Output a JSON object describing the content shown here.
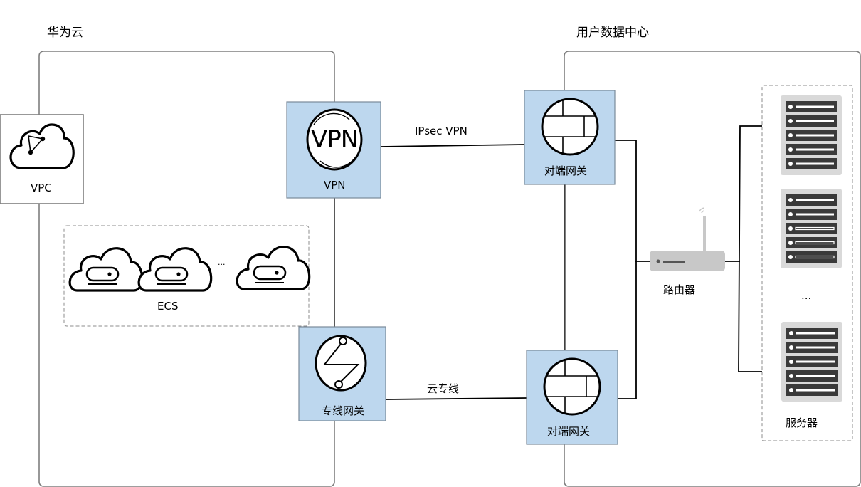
{
  "regions": {
    "cloud": "华为云",
    "datacenter": "用户数据中心"
  },
  "nodes": {
    "vpc": "VPC",
    "vpn": "VPN",
    "vpn_icon_text": "VPN",
    "ecs": "ECS",
    "ecs_ellipsis": "...",
    "dc_gateway": "专线网关",
    "peer_gateway_top": "对端网关",
    "peer_gateway_bottom": "对端网关",
    "router": "路由器",
    "servers": "服务器",
    "servers_ellipsis": "..."
  },
  "links": {
    "ipsec": "IPsec VPN",
    "direct_connect": "云专线"
  },
  "colors": {
    "box_fill": "#bdd7ee",
    "box_stroke": "#7a8a99",
    "region_stroke": "#7f7f7f",
    "server_bg": "#d9d9d9",
    "server_unit": "#3a3a3a",
    "router": "#c8c8c8"
  }
}
